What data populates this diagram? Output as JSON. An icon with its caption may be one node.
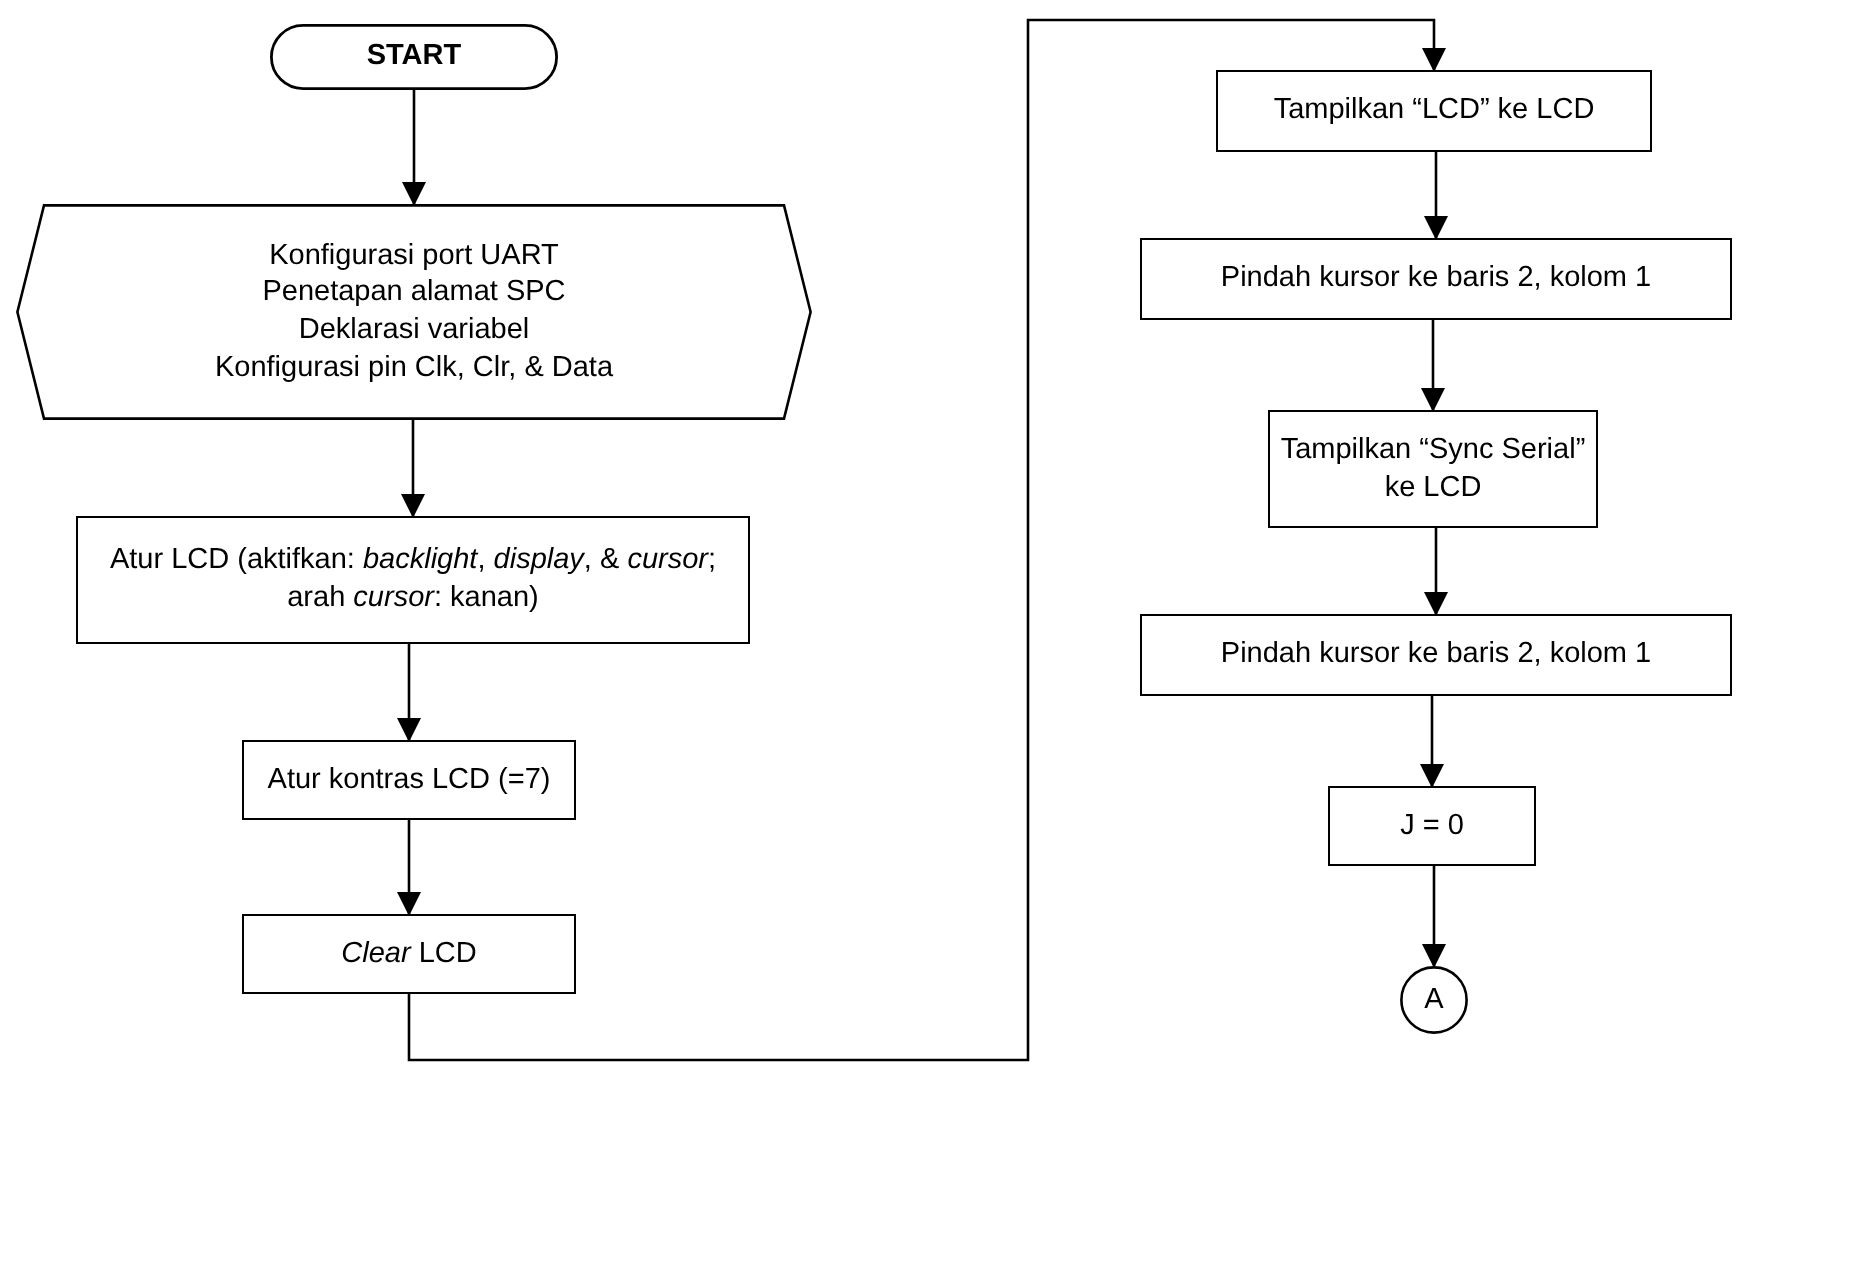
{
  "diagram": {
    "nodes": [
      {
        "text": [
          "START"
        ]
      },
      {
        "text": [
          "Konfigurasi port UART",
          "Penetapan alamat SPC",
          "Deklarasi variabel",
          "Konfigurasi pin Clk, Clr, & Data"
        ]
      },
      {
        "text": [
          "Atur LCD (aktifkan: *backlight*, *display*, & *cursor*; arah *cursor*: kanan)"
        ]
      },
      {
        "text": [
          "Atur kontras LCD (=7)"
        ]
      },
      {
        "text": [
          "*Clear* LCD"
        ]
      },
      {
        "text": [
          "Tampilkan “LCD” ke LCD"
        ]
      },
      {
        "text": [
          "Pindah kursor ke baris 2, kolom 1"
        ]
      },
      {
        "text": [
          "Tampilkan “Sync Serial” ke LCD"
        ]
      },
      {
        "text": [
          "Pindah kursor ke baris 2, kolom 1"
        ]
      },
      {
        "text": [
          "J = 0"
        ]
      },
      {
        "text": [
          "A"
        ]
      }
    ],
    "edges": [
      {
        "from": 0,
        "to": 1,
        "arrow": "to"
      },
      {
        "from": 1,
        "to": 2,
        "arrow": "to"
      },
      {
        "from": 2,
        "to": 3,
        "arrow": "to"
      },
      {
        "from": 3,
        "to": 4,
        "arrow": "to"
      },
      {
        "from": 4,
        "to": 5,
        "arrow": "to"
      },
      {
        "from": 5,
        "to": 6,
        "arrow": "to"
      },
      {
        "from": 6,
        "to": 7,
        "arrow": "to"
      },
      {
        "from": 7,
        "to": 8,
        "arrow": "to"
      },
      {
        "from": 8,
        "to": 9,
        "arrow": "to"
      },
      {
        "from": 9,
        "to": 10,
        "arrow": "to"
      }
    ]
  }
}
